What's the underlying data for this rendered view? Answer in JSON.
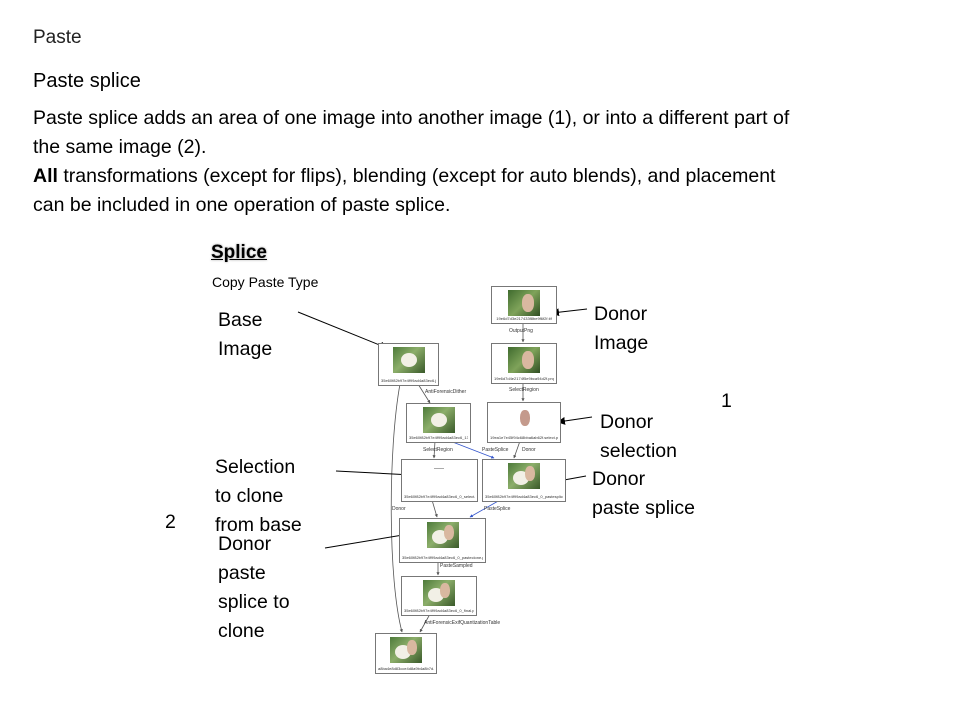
{
  "header": {
    "crumb": "Paste",
    "subtitle": "Paste splice"
  },
  "description": {
    "line1": "Paste splice adds an area of one image into another image (1), or into a different part of\nthe same image (2).",
    "line2_bold": "All",
    "line2_rest": " transformations (except for flips), blending (except for auto blends), and placement\ncan be included in one operation of paste splice."
  },
  "figure": {
    "title": "Splice",
    "subtitle": "Copy Paste Type"
  },
  "callouts": {
    "base_image": "Base\nImage",
    "donor_image": "Donor\nImage",
    "marker_1": "1",
    "donor_selection": "Donor\n selection",
    "selection_to_clone": "Selection\nto clone\nfrom base",
    "donor_paste_splice": "Donor\npaste splice",
    "marker_2": "2",
    "donor_paste_splice_to_clone": "Donor\npaste\nsplice to\nclone"
  },
  "graph": {
    "nodes": {
      "donor_output": "19e6d7d3e217433f8be9f6f2f.tif",
      "donor_png": "19e6d7d4e2174f5e9bca94d2f.png",
      "base": "35e60f82b97e4f99ad4a83ec6.jpg",
      "donor_select": "19ea1e7e45f94c68bba6ab62f.select.png",
      "base_xform": "35e60f82b97e4f99ad4a83ec6_13.png",
      "base_select": "35e60f82b97e4f99ad4a83ec6_0_select.png",
      "donor_paste": "35e60f82b97e4f99ad4a83ec6_0_pastesplice.png",
      "paste_clone": "35e60f82b97e4f99ad4a83ec6_0_pasteclone.png",
      "sampled": "35e60f82b97e4f99ad4a83ec6_0_final.png",
      "final": "a8ba4e8d83cce4d8a9b4a8b7d.jpg"
    },
    "edges": {
      "output_png": "OutputPng",
      "select_region_donor": "SelectRegion",
      "transform_dither": "AntiForensicDither",
      "select_region_base": "SelectRegion",
      "paste_splice_a": "PasteSplice",
      "donor_a": "Donor",
      "donor_b": "Donor",
      "paste_splice_b": "PasteSplice",
      "paste_sampled": "PasteSampled",
      "exif_quant": "AntiForensicExifQuantizationTable"
    }
  },
  "colors": {
    "edge": "#555555",
    "edge_blue": "#3355cc",
    "arrow": "#000000"
  }
}
